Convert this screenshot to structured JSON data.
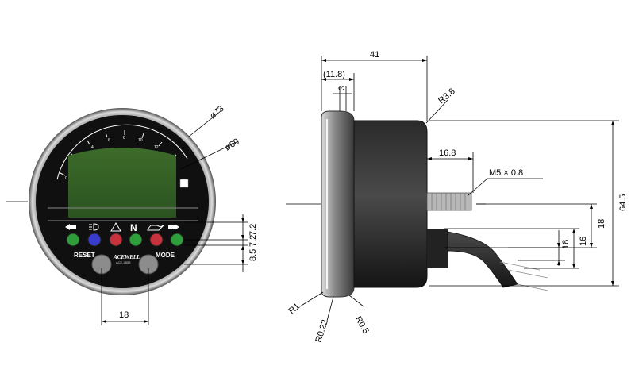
{
  "front_view": {
    "outer_diameter_label": "ø73",
    "inner_diameter_label": "ø60",
    "reset_label": "RESET",
    "mode_label": "MODE",
    "brand_label": "ACEWELL",
    "model_label": "ACE-2853",
    "neutral_label": "N",
    "dim_indicator_row": "7.2",
    "dim_buttons_a": "8.5",
    "dim_buttons_b": "7.2",
    "dim_button_spacing": "18",
    "indicator_colors": [
      "#2e9e3a",
      "#3a3ccf",
      "#c8323c",
      "#2e9e3a",
      "#c8323c",
      "#2e9e3a"
    ]
  },
  "side_view": {
    "overall_depth_label": "41",
    "bezel_depth_label": "(11.8)",
    "lip_label": "3",
    "radius_r38": "R3.8",
    "stud_offset_label": "16.8",
    "thread_label": "M5 × 0.8",
    "height_label": "64.5",
    "dim_18_right": "18",
    "dim_16": "16",
    "dim_18_inner": "18",
    "radius_r1": "R1",
    "radius_r022": "R0.22",
    "radius_r05": "R0.5"
  }
}
